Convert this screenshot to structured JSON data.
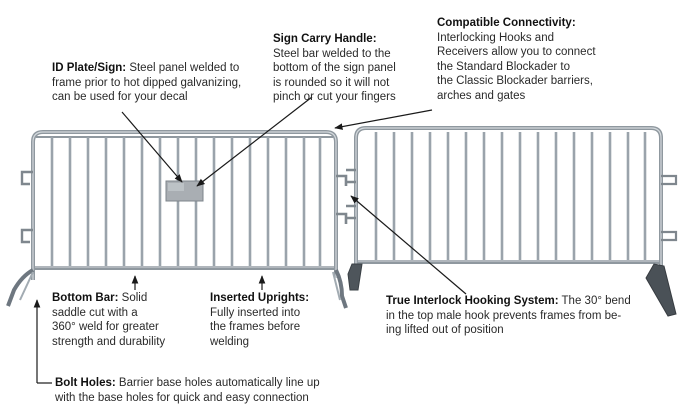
{
  "callouts": {
    "id_plate": {
      "title": "ID Plate/Sign:",
      "body_inline": " Steel panel welded to",
      "lines": [
        "frame prior to hot dipped galvanizing,",
        "can be used for your decal"
      ]
    },
    "sign_handle": {
      "title": "Sign Carry Handle:",
      "lines": [
        "Steel bar welded to the",
        "bottom of the sign panel",
        "is rounded so it will not",
        "pinch or cut your fingers"
      ]
    },
    "connectivity": {
      "title": "Compatible Connectivity:",
      "lines": [
        "Interlocking Hooks and",
        "Receivers allow you to connect",
        "the Standard Blockader to",
        "the Classic Blockader barriers,",
        "arches and gates"
      ]
    },
    "bottom_bar": {
      "title": "Bottom Bar:",
      "body_inline": " Solid",
      "lines": [
        "saddle cut with a",
        "360° weld for greater",
        "strength and durability"
      ]
    },
    "uprights": {
      "title": "Inserted Uprights:",
      "lines": [
        "Fully inserted into",
        "the frames before",
        "welding"
      ]
    },
    "interlock": {
      "title": "True Interlock Hooking System:",
      "body_inline": " The 30° bend",
      "lines": [
        "in the top male hook prevents frames from be-",
        "ing lifted out of position"
      ]
    },
    "bolt_holes": {
      "title": "Bolt Holes:",
      "body_inline": " Barrier base holes automatically line up",
      "lines": [
        "with the base holes for quick and easy connection"
      ]
    }
  },
  "colors": {
    "steel": "#9aa3ab",
    "steel_dark": "#6e7780",
    "steel_light": "#c9cfd4",
    "plate": "#a8adb2",
    "arrow": "#1a1a1a"
  }
}
